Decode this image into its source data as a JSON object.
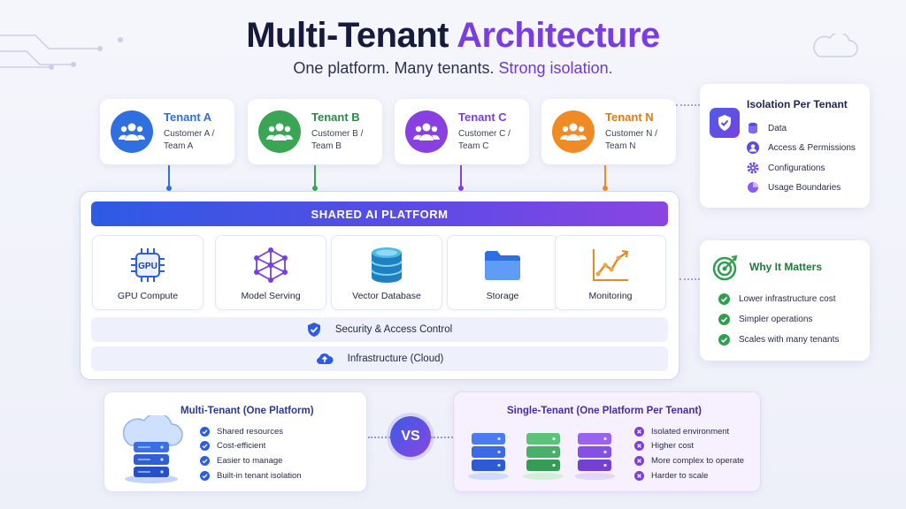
{
  "header": {
    "title_main": "Multi-Tenant",
    "title_accent": "Architecture",
    "subtitle_main": "One platform. Many tenants.",
    "subtitle_accent": "Strong isolation."
  },
  "tenants": [
    {
      "name": "Tenant A",
      "desc": "Customer A / Team A",
      "color": "#2f6fe0"
    },
    {
      "name": "Tenant B",
      "desc": "Customer B / Team B",
      "color": "#3aa655"
    },
    {
      "name": "Tenant C",
      "desc": "Customer C / Team C",
      "color": "#8a3fe0"
    },
    {
      "name": "Tenant N",
      "desc": "Customer N / Team N",
      "color": "#f08a24"
    }
  ],
  "isolation": {
    "title": "Isolation Per Tenant",
    "items": [
      "Data",
      "Access & Permissions",
      "Configurations",
      "Usage Boundaries"
    ]
  },
  "platform": {
    "banner": "SHARED AI PLATFORM",
    "services": [
      {
        "label": "GPU Compute",
        "icon": "gpu-chip-icon",
        "icon_text": "GPU"
      },
      {
        "label": "Model Serving",
        "icon": "model-network-icon"
      },
      {
        "label": "Vector Database",
        "icon": "database-icon"
      },
      {
        "label": "Storage",
        "icon": "folder-icon"
      },
      {
        "label": "Monitoring",
        "icon": "chart-icon"
      }
    ],
    "security": "Security & Access Control",
    "infrastructure": "Infrastructure (Cloud)"
  },
  "why": {
    "title": "Why It Matters",
    "items": [
      "Lower infrastructure cost",
      "Simpler operations",
      "Scales with many tenants"
    ]
  },
  "multi_tenant": {
    "title": "Multi-Tenant (One Platform)",
    "items": [
      "Shared resources",
      "Cost-efficient",
      "Easier to manage",
      "Built-in tenant isolation"
    ]
  },
  "vs_label": "VS",
  "single_tenant": {
    "title": "Single-Tenant (One Platform Per Tenant)",
    "items": [
      "Isolated environment",
      "Higher cost",
      "More complex to operate",
      "Harder to scale"
    ]
  },
  "colors": {
    "accent_purple": "#7a3ee0",
    "accent_blue": "#2d5be3",
    "green_check": "#2e9e4f",
    "purple_x": "#7a3ee0"
  }
}
